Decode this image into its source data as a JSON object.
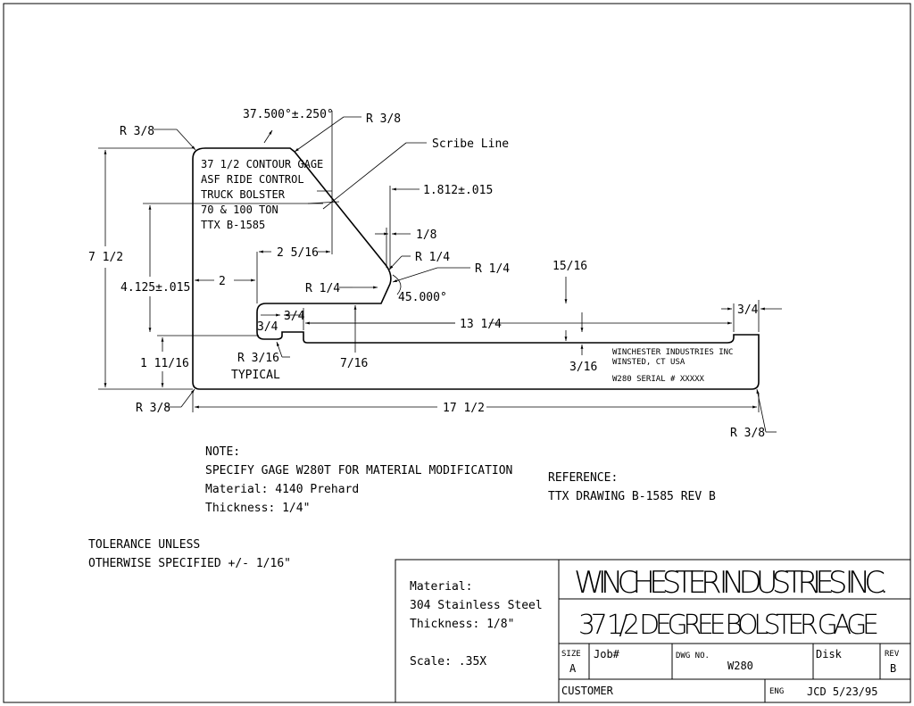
{
  "dimensions": {
    "top_radius_left": "R 3/8",
    "angle": "37.500°±.250°",
    "top_radius_right": "R 3/8",
    "scribe_line": "Scribe Line",
    "depth": "1.812±.015",
    "gap": "1/8",
    "r_quarter_upper": "R 1/4",
    "r_quarter_right": "R 1/4",
    "r_quarter_left": "R 1/4",
    "angle_45": "45.000°",
    "offset": "2 5/16",
    "two": "2",
    "height_total": "7 1/2",
    "height_mid": "4.125±.015",
    "fifteen_16": "15/16",
    "three_quarter_left": "3/4",
    "three_quarter_inner": "3/4",
    "thirteen": "13 1/4",
    "three_quarter_right": "3/4",
    "r_3_16": "R 3/16",
    "typical": "TYPICAL",
    "one_11_16": "1 11/16",
    "seven_16": "7/16",
    "three_16": "3/16",
    "bottom_radius_left": "R 3/8",
    "length": "17 1/2",
    "bottom_radius_right": "R 3/8"
  },
  "part_engraving": {
    "lines": [
      "37 1/2 CONTOUR GAGE",
      "ASF RIDE CONTROL",
      "TRUCK BOLSTER",
      "70 & 100 TON",
      "TTX B-1585"
    ],
    "maker_lines": [
      "WINCHESTER INDUSTRIES INC",
      "WINSTED, CT  USA"
    ],
    "serial": "W280  SERIAL # XXXXX"
  },
  "notes": {
    "note_lines": [
      "NOTE:",
      "SPECIFY GAGE W280T FOR MATERIAL MODIFICATION",
      "Material: 4140 Prehard",
      "Thickness: 1/4\""
    ],
    "reference_lines": [
      "REFERENCE:",
      "TTX DRAWING B-1585 REV B"
    ],
    "tolerance_lines": [
      "TOLERANCE UNLESS",
      "OTHERWISE SPECIFIED +/- 1/16\""
    ]
  },
  "title_block": {
    "material_lines": [
      "Material:",
      "304 Stainless Steel",
      "Thickness: 1/8\""
    ],
    "scale": "Scale: .35X",
    "company": "WINCHESTER INDUSTRIES INC.",
    "title": "37 1/2 DEGREE BOLSTER GAGE",
    "size_label": "SIZE",
    "size_value": "A",
    "job_label": "Job#",
    "dwg_label": "DWG NO.",
    "dwg_value": "W280",
    "disk_label": "Disk",
    "rev_label": "REV",
    "rev_value": "B",
    "customer_label": "CUSTOMER",
    "eng_label": "ENG",
    "eng_value": "JCD  5/23/95"
  }
}
